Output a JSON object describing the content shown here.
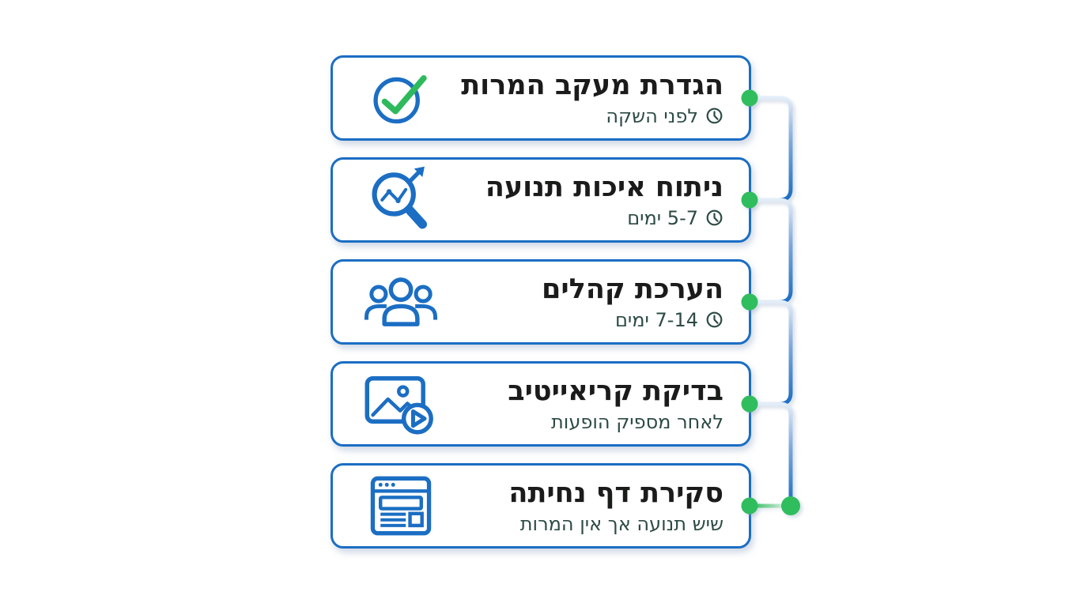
{
  "diagram": {
    "type": "vertical-step-flow",
    "direction": "rtl",
    "colors": {
      "card_border_blue": "#1b6ec3",
      "icon_blue": "#1b6ec3",
      "connector_blue": "#1b6ec3",
      "connector_light": "#e3edf8",
      "dot_green": "#30bd5e",
      "check_green": "#2eba5c",
      "title_text": "#1a1c1a",
      "subtitle_text": "#2d4b45",
      "background": "#ffffff"
    },
    "steps": [
      {
        "title": "הגדרת מעקב המרות",
        "subtitle": "לפני השקה",
        "has_clock": true,
        "icon": "check-circle-icon"
      },
      {
        "title": "ניתוח איכות תנועה",
        "subtitle": "5-7 ימים",
        "has_clock": true,
        "icon": "magnifier-trend-icon"
      },
      {
        "title": "הערכת קהלים",
        "subtitle": "7-14 ימים",
        "has_clock": true,
        "icon": "audience-people-icon"
      },
      {
        "title": "בדיקת קריאייטיב",
        "subtitle": "לאחר מספיק הופעות",
        "has_clock": false,
        "icon": "media-play-icon"
      },
      {
        "title": "סקירת דף נחיתה",
        "subtitle": "שיש תנועה אך אין המרות",
        "has_clock": false,
        "icon": "landing-page-icon"
      }
    ]
  }
}
